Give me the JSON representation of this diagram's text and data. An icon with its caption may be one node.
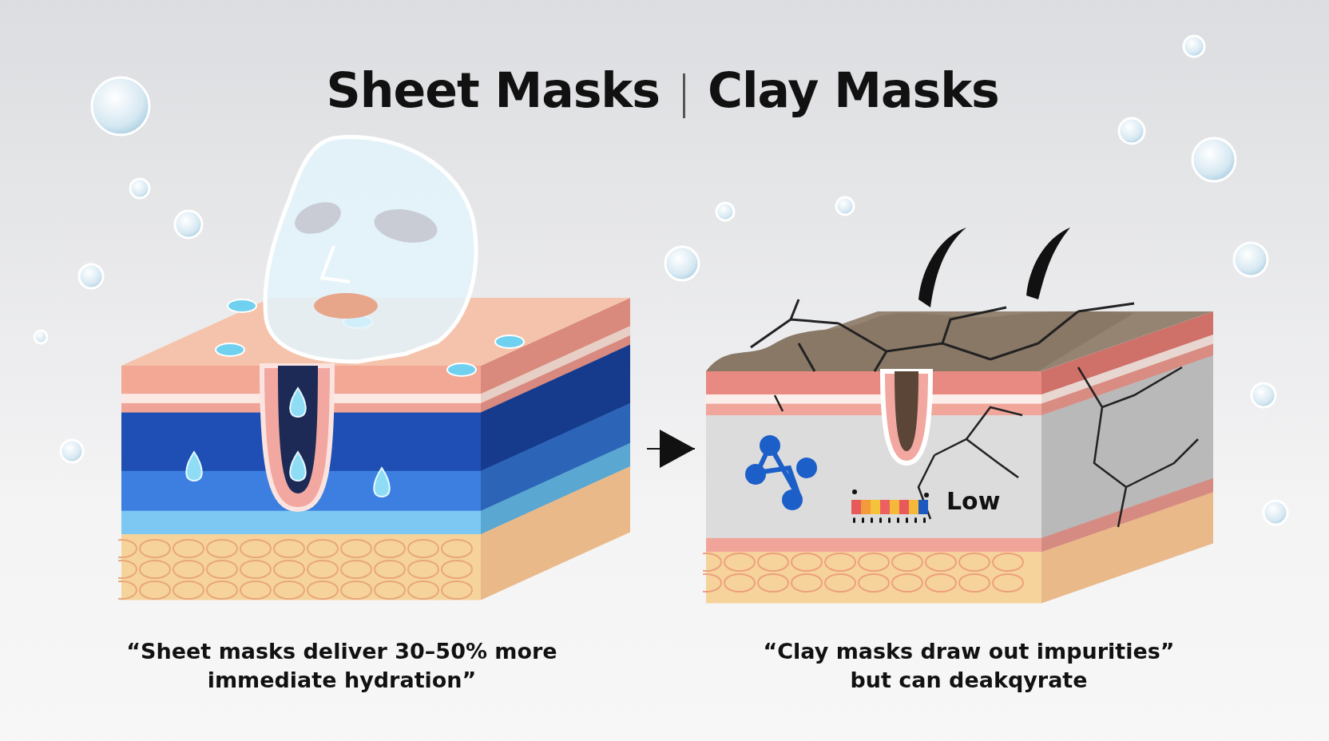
{
  "diagram": {
    "nodes": [
      {
        "text": [],
        "shape": "picture",
        "beside": [
          "“Sheet masks deliver 30–50% more immediate hydration”"
        ]
      },
      {
        "text": [],
        "shape": "picture",
        "beside": [
          "“Clay masks draw out impurities” but can deakqyrate"
        ]
      }
    ],
    "edges": [
      {
        "from": 0,
        "to": 1,
        "arrow": "to"
      }
    ],
    "labels": [
      "Sheet Masks",
      "Clay Masks",
      "Low"
    ]
  }
}
